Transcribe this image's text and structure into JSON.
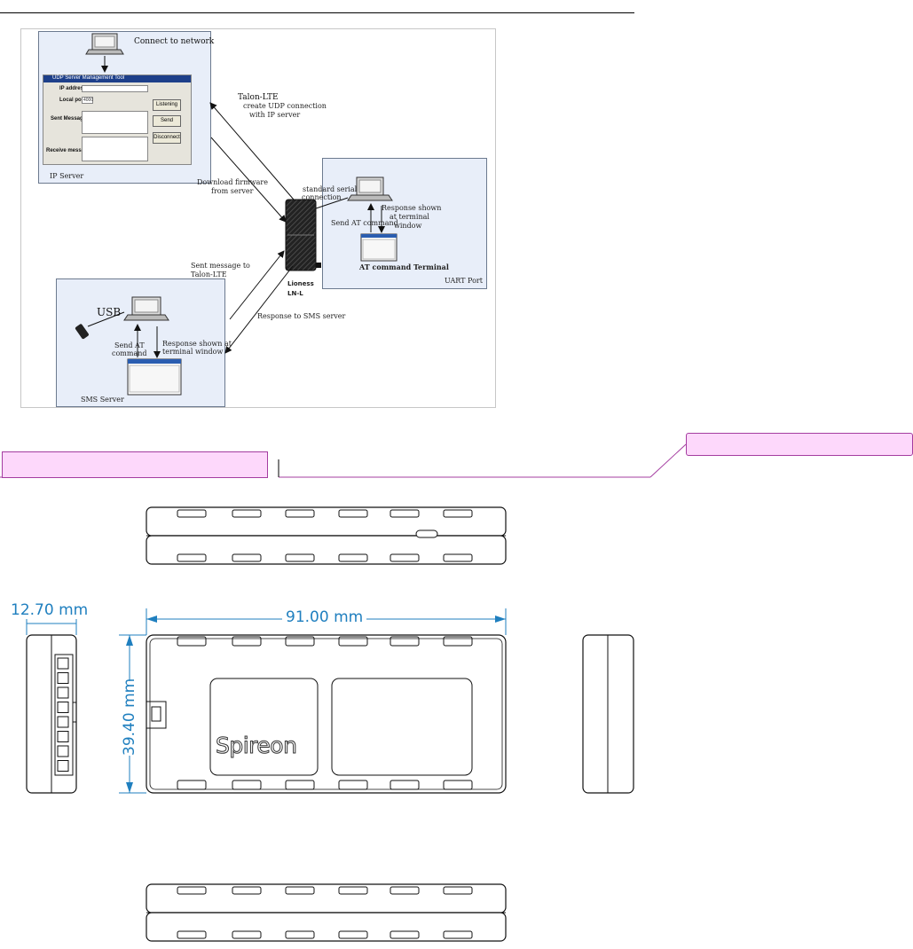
{
  "network_diagram": {
    "connect_to_network": "Connect to network",
    "udp_window": {
      "title": "UDP Server Management Tool",
      "ip_address_label": "IP address",
      "local_port_label": "Local port",
      "local_port_value": "4000",
      "sent_message_label": "Sent Message",
      "receive_message_label": "Receive message",
      "listening_button": "Listening",
      "send_button": "Send",
      "disconnect_button": "Disconnect"
    },
    "ip_server": "IP Server",
    "talon_lte": "Talon-LTE",
    "create_udp": "create UDP connection",
    "with_ip_server": "with IP server",
    "download_firmware": "Download firmware",
    "from_server": "from server",
    "standard_serial": "standard serial",
    "connection": "connection",
    "send_at_command": "Send AT command",
    "response_shown": "Response shown",
    "at_terminal": "at terminal",
    "window": "window",
    "at_command_terminal": "AT command Terminal",
    "uart_port": "UART Port",
    "lioness": "Lioness",
    "ln_l": "LN-L",
    "sent_message_to": "Sent message to",
    "talon_lte_2": "Talon-LTE",
    "usb": "USB",
    "send_at": "Send AT",
    "command": "command",
    "response_shown_at": "Response shown at",
    "terminal_window": "terminal window",
    "response_to_sms": "Response to SMS server",
    "sms_server": "SMS Server"
  },
  "dimensions": {
    "depth": "12.70 mm",
    "length": "91.00 mm",
    "width": "39.40 mm",
    "brand": "Spireon"
  },
  "colors": {
    "panel_fill": "#e8eef9",
    "pink_box": "#fdd8fb",
    "pink_border": "#a43ca0",
    "dimension_blue": "#1f7fbf"
  }
}
